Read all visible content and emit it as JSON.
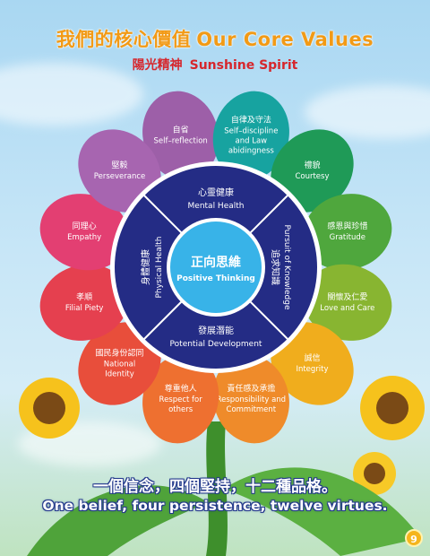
{
  "header": {
    "title_zh": "我們的核心價值",
    "title_en": "Our Core Values",
    "subtitle_zh": "陽光精神",
    "subtitle_en": "Sunshine Spirit"
  },
  "center": {
    "zh": "正向思維",
    "en": "Positive Thinking"
  },
  "ring": [
    {
      "zh": "心靈健康",
      "en": "Mental Health"
    },
    {
      "zh": "追求知識",
      "en": "Pursuit of Knowledge"
    },
    {
      "zh": "發展潛能",
      "en": "Potential Development"
    },
    {
      "zh": "身體健康",
      "en": "Physical Health"
    }
  ],
  "petals": [
    {
      "zh": "自省",
      "en": [
        "Self–reflection"
      ],
      "color": "#9d5fa8"
    },
    {
      "zh": "自律及守法",
      "en": [
        "Self–discipline",
        "and Law",
        "abidingness"
      ],
      "color": "#17a3a0"
    },
    {
      "zh": "禮貌",
      "en": [
        "Courtesy"
      ],
      "color": "#1f9a57"
    },
    {
      "zh": "感恩與珍惜",
      "en": [
        "Gratitude"
      ],
      "color": "#4fa73d"
    },
    {
      "zh": "關懷及仁愛",
      "en": [
        "Love and Care"
      ],
      "color": "#88b531"
    },
    {
      "zh": "誠信",
      "en": [
        "Integrity"
      ],
      "color": "#f0ad1d"
    },
    {
      "zh": "責任感及承擔",
      "en": [
        "Responsibility and",
        "Commitment"
      ],
      "color": "#ef8b2a"
    },
    {
      "zh": "尊重他人",
      "en": [
        "Respect for",
        "others"
      ],
      "color": "#ee7030"
    },
    {
      "zh": "國民身份認同",
      "en": [
        "National",
        "Identity"
      ],
      "color": "#e84e3b"
    },
    {
      "zh": "孝順",
      "en": [
        "Filial Piety"
      ],
      "color": "#e5404f"
    },
    {
      "zh": "同理心",
      "en": [
        "Empathy"
      ],
      "color": "#e33f72"
    },
    {
      "zh": "堅毅",
      "en": [
        "Perseverance"
      ],
      "color": "#a765b0"
    }
  ],
  "footer": {
    "zh": "一個信念，四個堅持，十二種品格。",
    "en": "One belief, four persistence, twelve virtues."
  },
  "page_number": "9"
}
